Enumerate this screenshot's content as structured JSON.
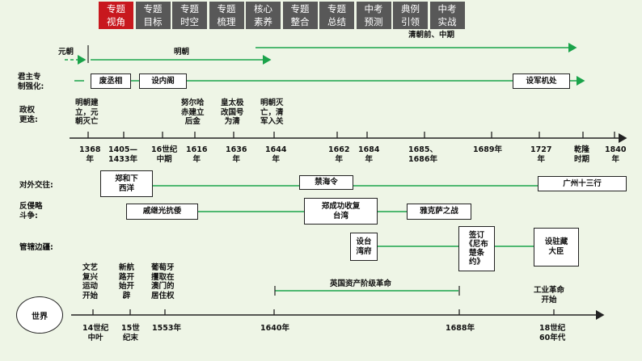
{
  "nav": {
    "tabs": [
      {
        "l1": "专题",
        "l2": "视角"
      },
      {
        "l1": "专题",
        "l2": "目标"
      },
      {
        "l1": "专题",
        "l2": "时空"
      },
      {
        "l1": "专题",
        "l2": "梳理"
      },
      {
        "l1": "核心",
        "l2": "素养"
      },
      {
        "l1": "专题",
        "l2": "整合"
      },
      {
        "l1": "专题",
        "l2": "总结"
      },
      {
        "l1": "中考",
        "l2": "预测"
      },
      {
        "l1": "典例",
        "l2": "引领"
      },
      {
        "l1": "中考",
        "l2": "实战"
      }
    ]
  },
  "dynasty": {
    "yuan": "元朝",
    "ming": "明朝",
    "qing": "清朝前、中期"
  },
  "rows": {
    "autocracy": "君主专\n制强化:",
    "regime": "政权\n更迭:",
    "foreign": "对外交往:",
    "defense": "反侵略\n斗争:",
    "frontier": "管辖边疆:"
  },
  "autocracy_boxes": {
    "b1": "废丞相",
    "b2": "设内阁",
    "b3": "设军机处"
  },
  "regime_events": {
    "e1": "明朝建\n立，元\n朝灭亡",
    "e2": "努尔哈\n赤建立\n后金",
    "e3": "皇太极\n改国号\n为清",
    "e4": "明朝灭\n亡，清\n军入关"
  },
  "timeline_labels": {
    "y1368": "1368\n年",
    "y1405": "1405—\n1433年",
    "y16c": "16世纪\n中期",
    "y1616": "1616\n年",
    "y1636": "1636\n年",
    "y1644": "1644\n年",
    "y1662": "1662\n年",
    "y1684": "1684\n年",
    "y1685": "1685、\n1686年",
    "y1689": "1689年",
    "y1727": "1727\n年",
    "yqianlong": "乾隆\n时期",
    "y1840": "1840\n年"
  },
  "foreign_boxes": {
    "b1": "郑和下\n西洋",
    "b2": "禁海令",
    "b3": "广州十三行"
  },
  "defense_boxes": {
    "b1": "戚继光抗倭",
    "b2": "郑成功收复\n台湾",
    "b3": "雅克萨之战"
  },
  "frontier_boxes": {
    "b1": "设台\n湾府",
    "b2": "签订\n《尼布\n楚条\n约》",
    "b3": "设驻藏\n大臣"
  },
  "world": {
    "label": "世界",
    "e1": "文艺\n复兴\n运动\n开始",
    "e2": "新航\n路开\n始开\n辟",
    "e3": "葡萄牙\n攫取在\n澳门的\n居住权",
    "e4": "英国资产阶级革命",
    "e5": "工业革命\n开始",
    "d1": "14世纪\n中叶",
    "d2": "15世\n纪末",
    "d3": "1553年",
    "d4": "1640年",
    "d5": "1688年",
    "d6": "18世纪\n60年代"
  }
}
